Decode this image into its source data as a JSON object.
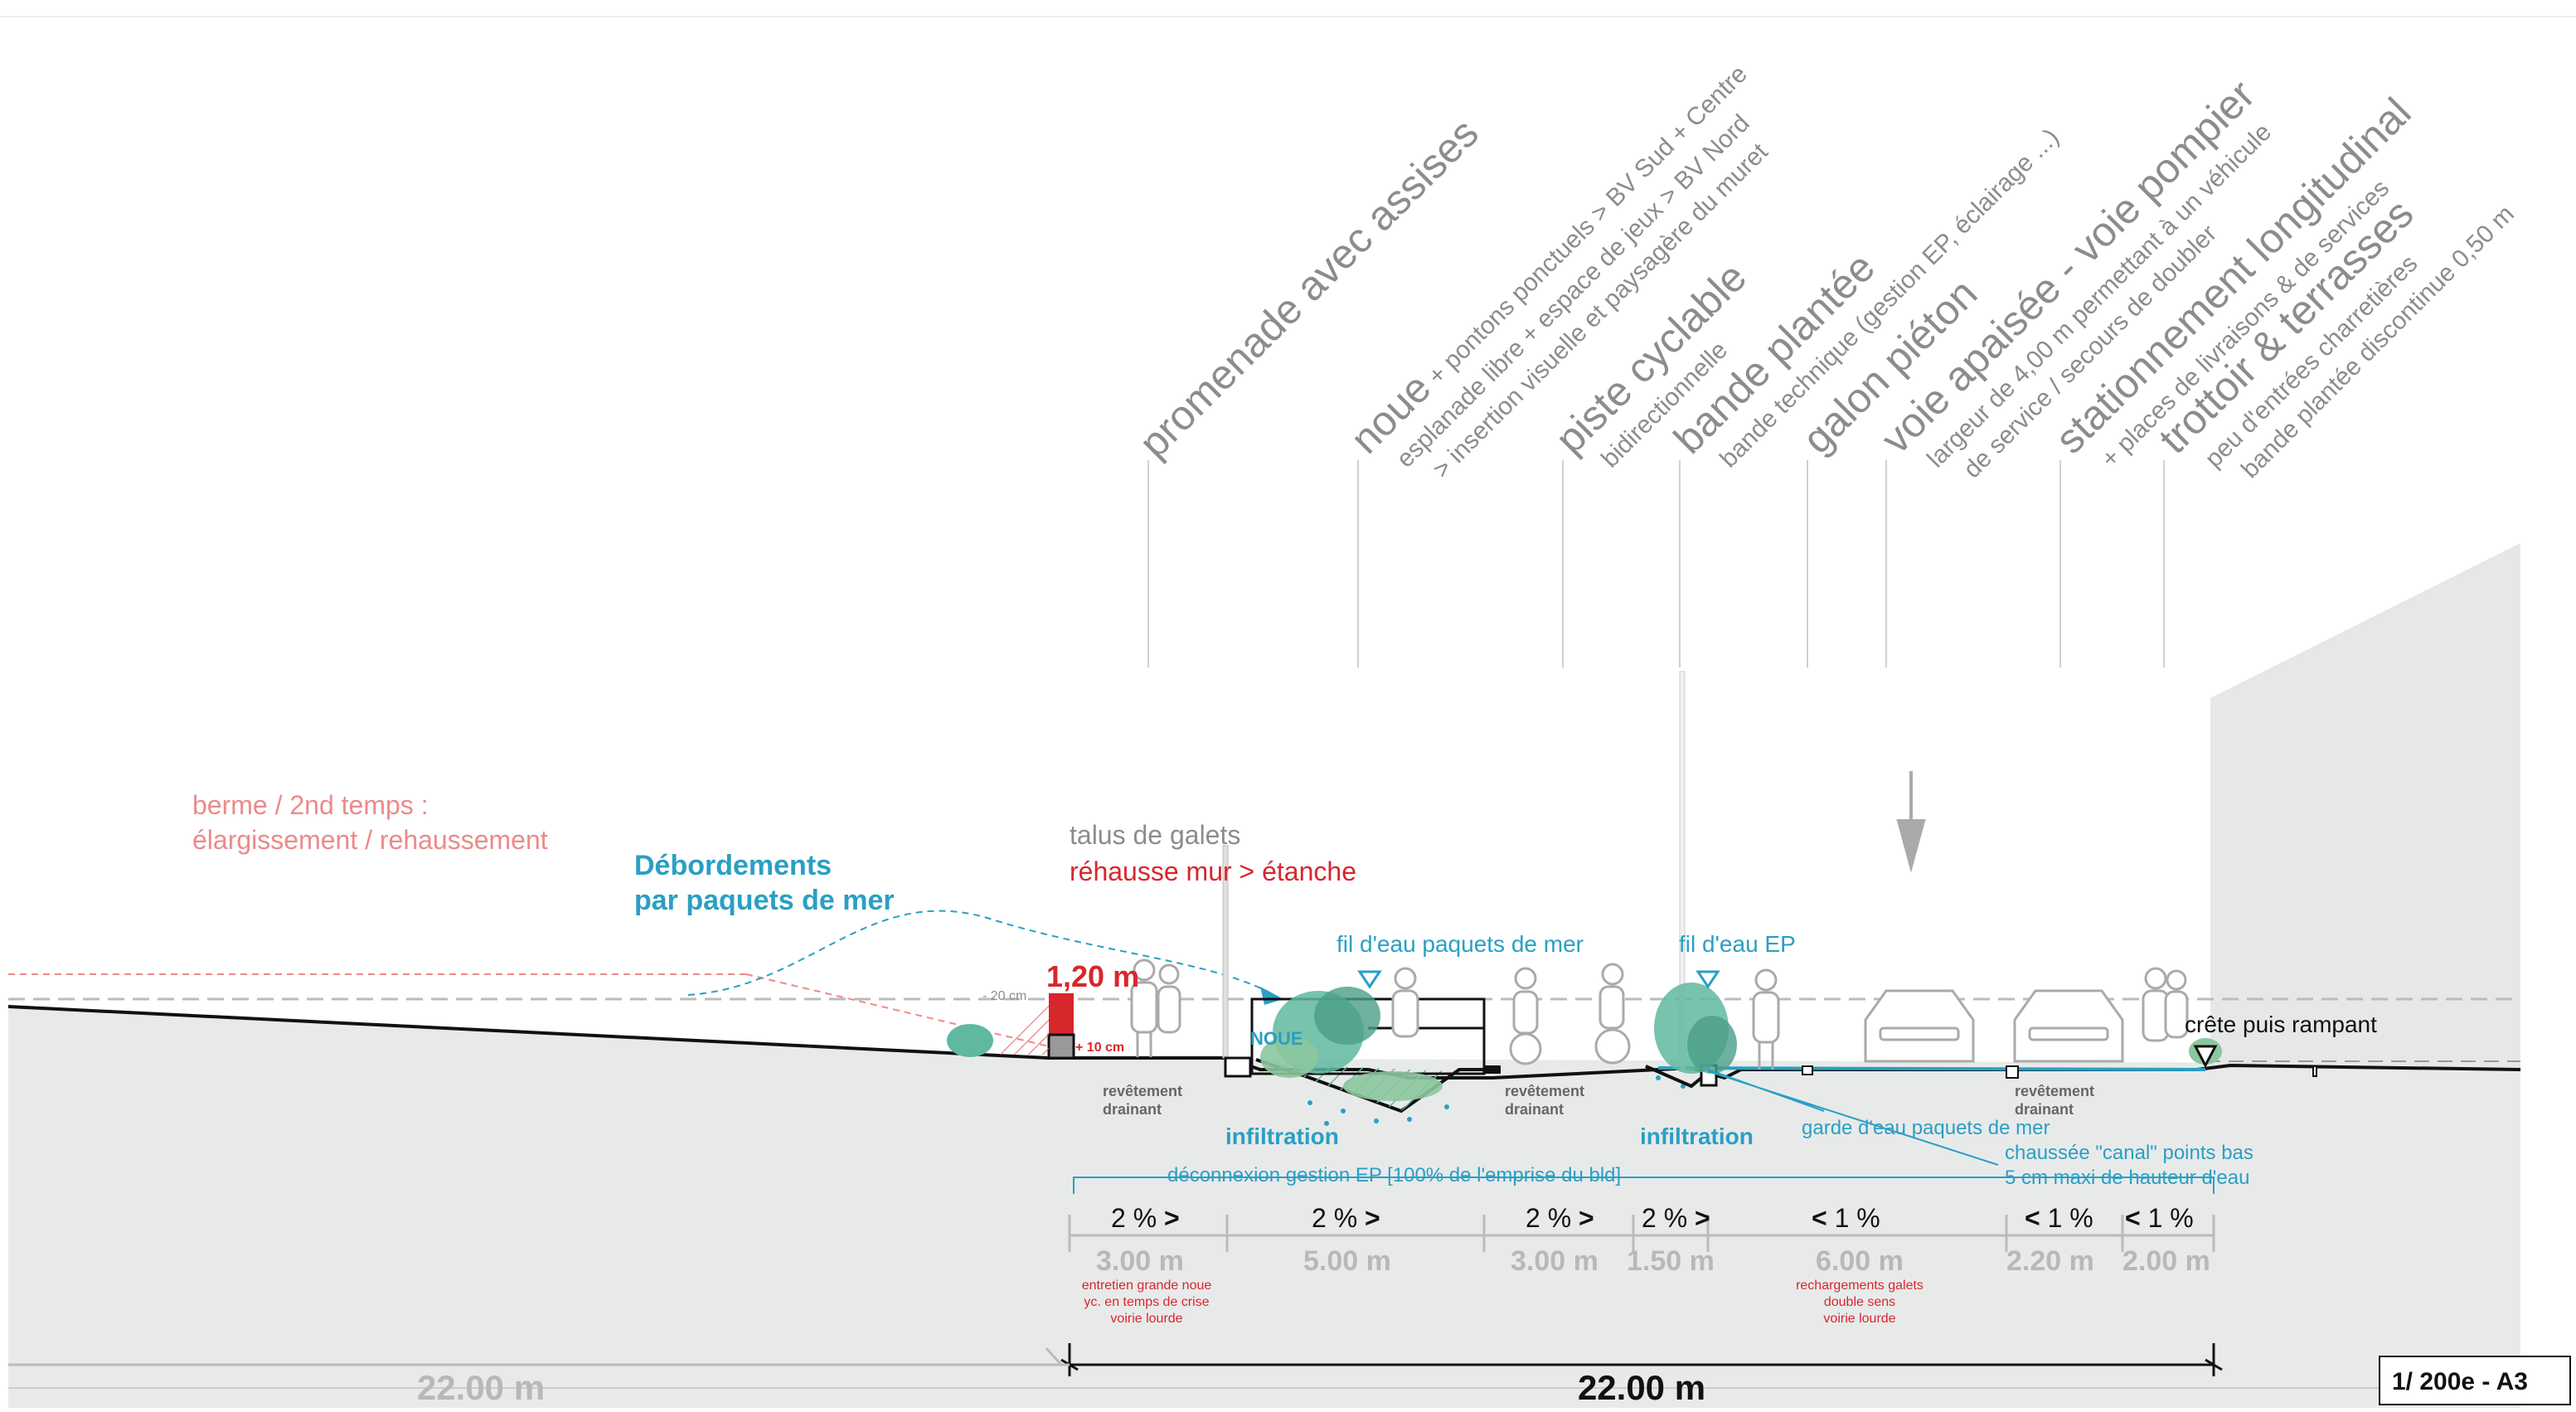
{
  "labels": [
    {
      "main": "promenade avec assises",
      "subs": []
    },
    {
      "main": "noue",
      "inline": " + pontons ponctuels > BV Sud + Centre",
      "subs": [
        "esplanade libre + espace de jeux > BV Nord",
        "> insertion visuelle et paysagère du muret"
      ]
    },
    {
      "main": "piste cyclable",
      "subs": [
        "bidirectionnelle"
      ]
    },
    {
      "main": "bande plantée",
      "subs": [
        "bande technique (gestion EP, éclairage ...)"
      ]
    },
    {
      "main": "galon piéton",
      "subs": []
    },
    {
      "main": "voie apaisée - voie pompier",
      "subs": [
        "largeur de 4,00 m permettant à un véhicule",
        "de service / secours de doubler"
      ]
    },
    {
      "main": "stationnement longitudinal",
      "subs": [
        "+ places de livraisons & de services"
      ]
    },
    {
      "main": "trottoir & terrasses",
      "subs": [
        "peu d'entrées charretières",
        "bande plantée discontinue 0,50 m"
      ]
    }
  ],
  "annotations": {
    "berme_1": "berme / 2nd temps :",
    "berme_2": "élargissement / rehaussement",
    "debord_1": "Débordements",
    "debord_2": "par paquets de mer",
    "talus": "talus de galets",
    "rehausse": "réhausse mur > étanche",
    "height": "1,20 m",
    "minus20": "- 20 cm",
    "plus10": "+ 10 cm",
    "noue": "NOUE",
    "fil_mer": "fil d'eau paquets de mer",
    "fil_ep": "fil d'eau EP",
    "crete": "crête puis rampant",
    "revet": [
      "revêtement",
      "drainant"
    ],
    "infiltration": "infiltration",
    "garde": "garde d'eau paquets de mer",
    "chaussee_1": "chaussée \"canal\" points bas",
    "chaussee_2": "5 cm maxi de hauteur d'eau",
    "deconnexion": "déconnexion gestion EP [100% de l'emprise du bld]"
  },
  "slopes": [
    {
      "label": "2 %",
      "arrow": ">"
    },
    {
      "label": "2 %",
      "arrow": ">"
    },
    {
      "label": "2 %",
      "arrow": ">"
    },
    {
      "label": "2 %",
      "arrow": ">"
    },
    {
      "label": "1 %",
      "arrow": "<"
    },
    {
      "label": "1 %",
      "arrow": "<"
    },
    {
      "label": "1 %",
      "arrow": "<"
    }
  ],
  "widths": [
    "3.00 m",
    "5.00 m",
    "3.00 m",
    "1.50 m",
    "6.00 m",
    "2.20 m",
    "2.00 m"
  ],
  "notes": {
    "noue": [
      "entretien grande noue",
      "yc. en temps de crise",
      "voirie lourde"
    ],
    "voie": [
      "rechargements galets",
      "double sens",
      "voirie lourde"
    ]
  },
  "totals": {
    "left": "22.00 m",
    "right": "22.00 m"
  },
  "scale": "1/ 200e - A3",
  "colors": {
    "grey_text": "#8c8c8c",
    "red": "#d8262d",
    "pink": "#ec8a8a",
    "cyan": "#2a9fc4",
    "ground": "#e8eaea",
    "plant": "#5fb8a0"
  }
}
